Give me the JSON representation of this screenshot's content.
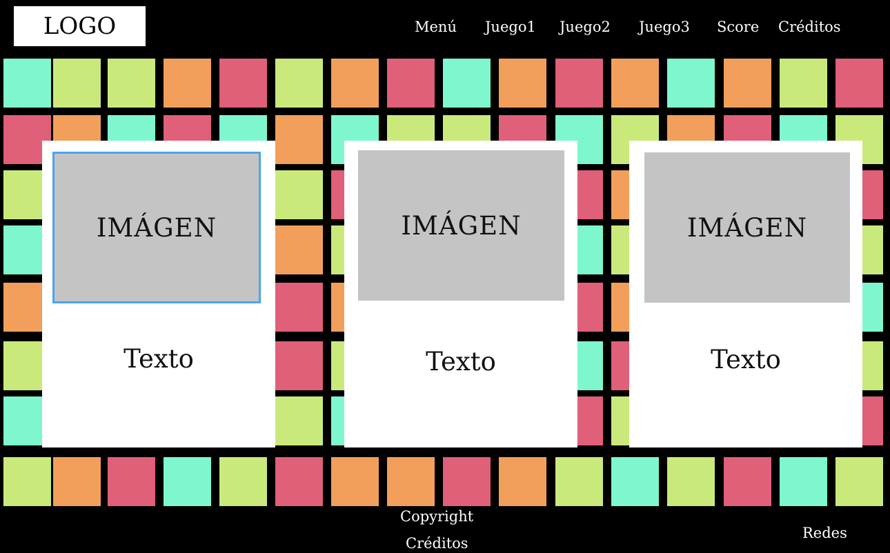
{
  "header": {
    "logo": "LOGO",
    "nav": [
      "Menú",
      "Juego1",
      "Juego2",
      "Juego3",
      "Score",
      "Créditos"
    ]
  },
  "cards": [
    {
      "image_label": "IMÁGEN",
      "text": "Texto"
    },
    {
      "image_label": "IMÁGEN",
      "text": "Texto"
    },
    {
      "image_label": "IMÁGEN",
      "text": "Texto"
    }
  ],
  "footer": {
    "copyright": "Copyright",
    "credits": "Créditos",
    "social": "Redes"
  },
  "colors": {
    "background": "#000000",
    "mint": "#7ef7cf",
    "lime": "#c9ea7b",
    "orange": "#f29f5b",
    "rose": "#e05f79",
    "image_placeholder": "#c4c4c4",
    "selection_border": "#4ba3f2"
  },
  "tile_pattern": [
    [
      "mint",
      "lime",
      "lime",
      "orange",
      "rose",
      "lime",
      "orange",
      "rose",
      "mint",
      "orange",
      "rose",
      "orange",
      "mint",
      "orange",
      "lime",
      "rose"
    ],
    [
      "rose",
      "orange",
      "mint",
      "rose",
      "mint",
      "orange",
      "mint",
      "lime",
      "lime",
      "rose",
      "mint",
      "lime",
      "orange",
      "rose",
      "mint",
      "lime"
    ],
    [
      "lime",
      "lime",
      "rose",
      "orange",
      "mint",
      "lime",
      "rose",
      "mint",
      "orange",
      "lime",
      "rose",
      "orange",
      "lime",
      "mint",
      "lime",
      "rose"
    ],
    [
      "mint",
      "rose",
      "lime",
      "mint",
      "orange",
      "orange",
      "lime",
      "orange",
      "rose",
      "mint",
      "mint",
      "lime",
      "rose",
      "orange",
      "lime",
      "lime"
    ],
    [
      "orange",
      "mint",
      "orange",
      "lime",
      "rose",
      "rose",
      "orange",
      "mint",
      "lime",
      "rose",
      "rose",
      "orange",
      "mint",
      "lime",
      "rose",
      "mint"
    ],
    [
      "lime",
      "orange",
      "mint",
      "rose",
      "lime",
      "rose",
      "lime",
      "rose",
      "orange",
      "lime",
      "mint",
      "rose",
      "lime",
      "mint",
      "orange",
      "lime"
    ],
    [
      "mint",
      "lime",
      "rose",
      "orange",
      "mint",
      "lime",
      "mint",
      "orange",
      "mint",
      "rose",
      "rose",
      "lime",
      "orange",
      "rose",
      "mint",
      "rose"
    ],
    [
      "lime",
      "orange",
      "rose",
      "mint",
      "lime",
      "rose",
      "orange",
      "orange",
      "rose",
      "orange",
      "lime",
      "mint",
      "lime",
      "rose",
      "mint",
      "lime"
    ]
  ]
}
